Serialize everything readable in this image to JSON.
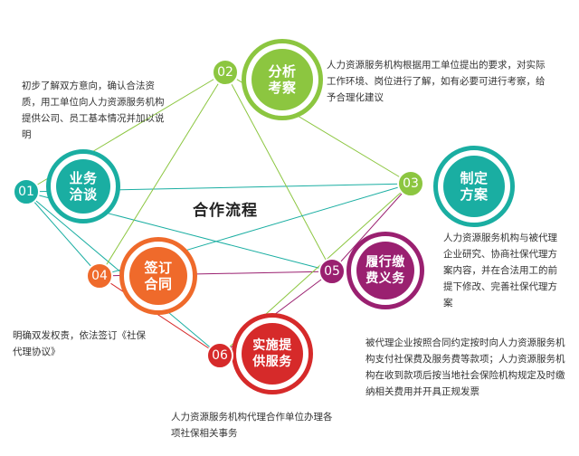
{
  "diagram_title": "合作流程",
  "colors": {
    "teal": "#1aaea2",
    "green": "#8cc640",
    "orange": "#ef6a2b",
    "purple": "#9a2070",
    "red": "#d62a2a"
  },
  "steps": [
    {
      "num": "01",
      "label": "业务洽谈",
      "desc": "初步了解双方意向，确认合法资质，用工单位向人力资源服务机构提供公司、员工基本情况并加以说明"
    },
    {
      "num": "02",
      "label": "分析考察",
      "desc": "人力资源服务机构根据用工单位提出的要求，对实际工作环境、岗位进行了解，如有必要可进行考察，给予合理化建议"
    },
    {
      "num": "03",
      "label": "制定方案",
      "desc": "人力资源服务机构与被代理企业研究、协商社保代理方案内容，并在合法用工的前提下修改、完善社保代理方案"
    },
    {
      "num": "04",
      "label": "签订合同",
      "desc": "明确双发权责，依法签订《社保代理协议》"
    },
    {
      "num": "05",
      "label": "履行缴费义务",
      "desc": "被代理企业按照合同约定按时向人力资源服务机构支付社保费及服务费等款项；人力资源服务机构在收到款项后按当地社会保险机构规定及时缴纳相关费用并开具正规发票"
    },
    {
      "num": "06",
      "label": "实施提供服务",
      "desc": "人力资源服务机构代理合作单位办理各项社保相关事务"
    }
  ]
}
